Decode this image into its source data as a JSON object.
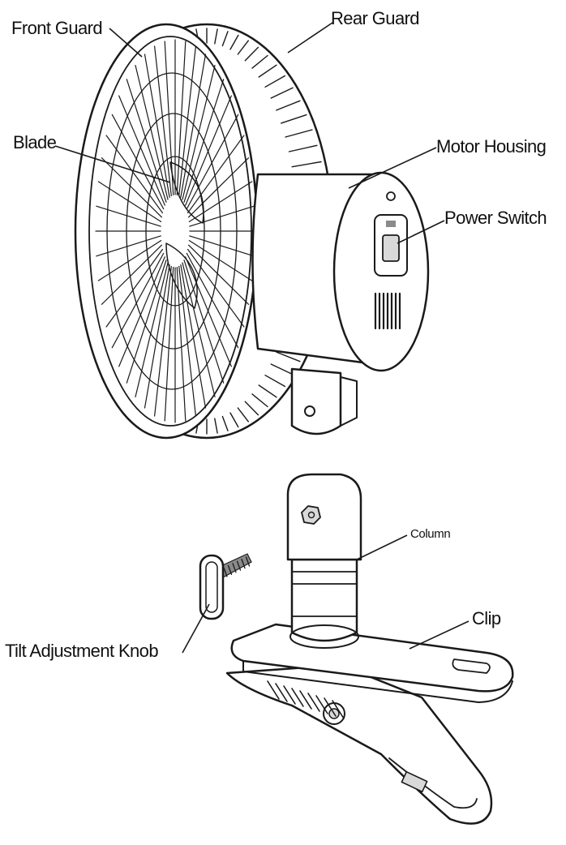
{
  "labels": {
    "front_guard": "Front Guard",
    "rear_guard": "Rear Guard",
    "blade": "Blade",
    "motor_housing": "Motor Housing",
    "power_switch": "Power Switch",
    "column": "Column",
    "clip": "Clip",
    "tilt_adjustment_knob": "Tilt Adjustment Knob"
  },
  "colors": {
    "line": "#1a1a1a",
    "fill_light": "#d9d9d9",
    "fill_dark": "#8a8a8a",
    "background": "#ffffff"
  }
}
